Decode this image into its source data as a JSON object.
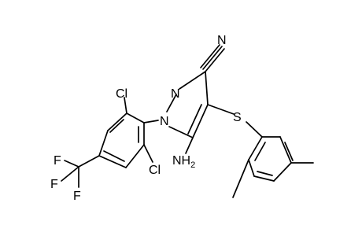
{
  "molecule": {
    "atoms": {
      "nitrile_N": "N",
      "ring_N2": "N",
      "ring_N1": "N",
      "sulfur": "S",
      "amino_N": "NH",
      "amino_sub": "2",
      "chlorine_top": "Cl",
      "chlorine_bottom": "Cl",
      "fluorine_1": "F",
      "fluorine_2": "F",
      "fluorine_3": "F"
    },
    "bond_color": "#000000",
    "label_color": "#000000"
  }
}
